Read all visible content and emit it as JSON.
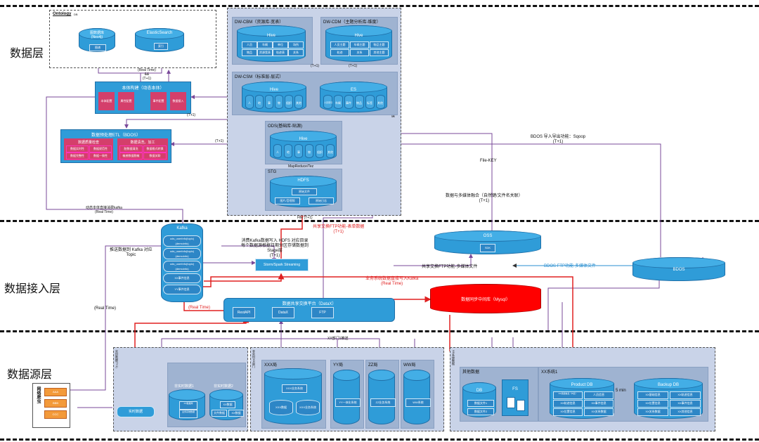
{
  "layers": {
    "data": "数据层",
    "ingest": "数据接入层",
    "source": "数据源层"
  },
  "ontology": {
    "title": "Ontology",
    "sub": "DB",
    "graph_db": "图数据库\n(Neo4j)",
    "graph_inner": "图谱",
    "es": "ElasticSearch",
    "es_inner": "索引"
  },
  "onto_build": {
    "title": "本体构建（动态本体）",
    "items": [
      "本体配置",
      "属性配置",
      "事件配置",
      "数据接入"
    ]
  },
  "etl": {
    "title": "数据预处理ETL（BDOS）",
    "left_title": "数据质量检查",
    "right_title": "数据清洗、加工",
    "left_items": [
      "数据实时性",
      "数据规范性",
      "数据完整性",
      "数据一致性"
    ],
    "right_items": [
      "脏数据清洗",
      "数据格式转换",
      "敏感数据脱敏",
      "数据关联"
    ]
  },
  "dw": {
    "cbm": {
      "title": "DW-CBM（资源库-宽表）",
      "db": "Hive",
      "items": [
        "人员",
        "车辆",
        "单位",
        "场所",
        "物品",
        "资源宽表",
        "轨迹表",
        "关系"
      ]
    },
    "cdm": {
      "title": "DW-CDM（主题分析库-维度）",
      "db": "Hive",
      "items": [
        "人员主题",
        "车辆主题",
        "物品主题",
        "轨迹",
        "关系",
        "其他主题"
      ]
    },
    "csm": {
      "title": "DW-CSM（标准层-层式）",
      "hive": "Hive",
      "es": "ES",
      "hive_items": [
        "人",
        "地",
        "事",
        "物",
        "组织",
        "其他"
      ],
      "es_items": [
        "人员索引",
        "车辆",
        "事件",
        "物品",
        "标签",
        "其他"
      ]
    },
    "ods": {
      "title": "ODS(基础库-贴源)",
      "db": "Hive",
      "items": [
        "人",
        "地",
        "事",
        "物",
        "组织",
        "其他"
      ]
    },
    "stg": {
      "title": "STG",
      "db": "HDFS",
      "items": [
        "原始文件",
        "图片/音视频",
        "原始日志"
      ]
    },
    "side": "数仓层"
  },
  "labels": {
    "rt_t1": "(Real Time)\n&&\n(T+1)",
    "t1": "(T+1)",
    "mr": "MapReduce/Tez\n(T+1)",
    "file": "File  (T+1)",
    "ftp_table": "共享交换FTP功能-表单数据\n(T+1)",
    "file_key": "File-KEY",
    "bdos_export": "BDOS 导入导出功能：Sqoop\n(T+1)",
    "merge": "数据与多媒体融合（自然键/文件名关联）\n(T+1)",
    "kafka_consume": "动态本体直接消费kafka\n(Real Time)",
    "push_kafka": "推送数据到 Kafka 对应\nTopic",
    "spark_note": "消费Kafka数据写入 HDFS 对应目录\n每个数据源根据日期分区存储数据到\nStage层\n(T+1)",
    "ftp_media": "共享交换FTP功能-多媒体文件",
    "bdos_ftp": "BDOS FTP功能-多媒体文件",
    "biz_kafka": "业务系统数据直接写入Kafka\n(Real Time)",
    "rt": "(Real Time)",
    "rt2": "(Real Time)",
    "xx_push": "XX部门1推送",
    "src_vert1": "实时数据(T+1)",
    "src_vert2": "非实时XX部门",
    "src_vert3": "XX系统数据"
  },
  "kafka": {
    "title": "Kafka",
    "topics": [
      "ods_userInfo(topic)\n(demoinfo)",
      "ods_userInfo(topic)\n(demoinfo)",
      "ods_userInfo(topic)\n(demoinfo)",
      "XX事件信息",
      "YY事件信息"
    ]
  },
  "storm": "Storm/Spark Streaming",
  "datax": {
    "title": "数据共享交换平台（DataX）",
    "items": [
      "RestAPI",
      "DataX",
      "FTP"
    ]
  },
  "oss": {
    "title": "OSS",
    "inner": "SDK"
  },
  "mysql": "数据同步中间库（Mysql）",
  "bdos": "BDOS",
  "crawler": {
    "title": "网络爬虫",
    "items": [
      "AAA",
      "BBB",
      "CCC"
    ]
  },
  "src_a": {
    "realtime": "实时数据",
    "nonrt1": "非实时数据1",
    "nonrt2": "非实时数据2",
    "n1_items": [
      "XX数据库",
      "业务系统数据"
    ],
    "n2_items": [
      "XX数据",
      "文件数据",
      "XX数据"
    ]
  },
  "src_b": {
    "xxx": "XXX局",
    "yy": "YY局",
    "zz": "ZZ局",
    "ww": "WW局",
    "xxx_items": [
      "XXX业务系统",
      "XXX数据",
      "XXX业务系统"
    ],
    "yy_item": "YY一体化系统",
    "zz_item": "ZZ业务系统",
    "ww_item": "WW系统"
  },
  "src_c": {
    "other": "其他数据",
    "db": "DB",
    "db_items": [
      "数据文件1",
      "数据文件2"
    ],
    "fs": "FS",
    "sys1": "XX系统1",
    "product": "Product DB",
    "backup": "Backup DB",
    "min": "5 min",
    "prod_items": [
      "XX基础信息（B表）",
      "人员信息",
      "XX轨迹信息",
      "XX事件信息",
      "XX位置信息",
      "XX关系数据"
    ],
    "back_items": [
      "XX基础信息",
      "XX轨迹信息",
      "XX位置信息",
      "XX事件信息",
      "XX关系数据",
      "XX其他信息"
    ]
  }
}
